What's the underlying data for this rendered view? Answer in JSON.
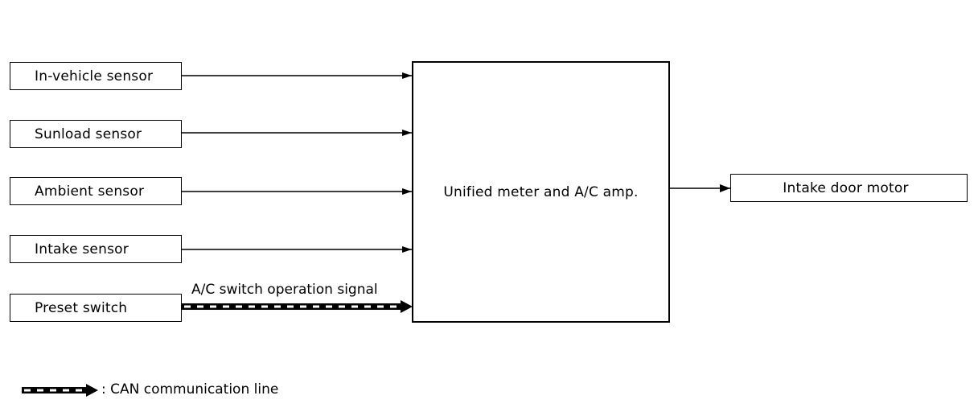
{
  "inputs": [
    {
      "label": "In-vehicle sensor",
      "line": "signal"
    },
    {
      "label": "Sunload sensor",
      "line": "signal"
    },
    {
      "label": "Ambient sensor",
      "line": "signal"
    },
    {
      "label": "Intake sensor",
      "line": "signal"
    },
    {
      "label": "Preset switch",
      "line": "can"
    }
  ],
  "controller": {
    "label": "Unified meter and A/C amp."
  },
  "output": {
    "label": "Intake door motor"
  },
  "can_signal_label": "A/C switch operation signal",
  "legend": {
    "text": ": CAN communication line"
  }
}
